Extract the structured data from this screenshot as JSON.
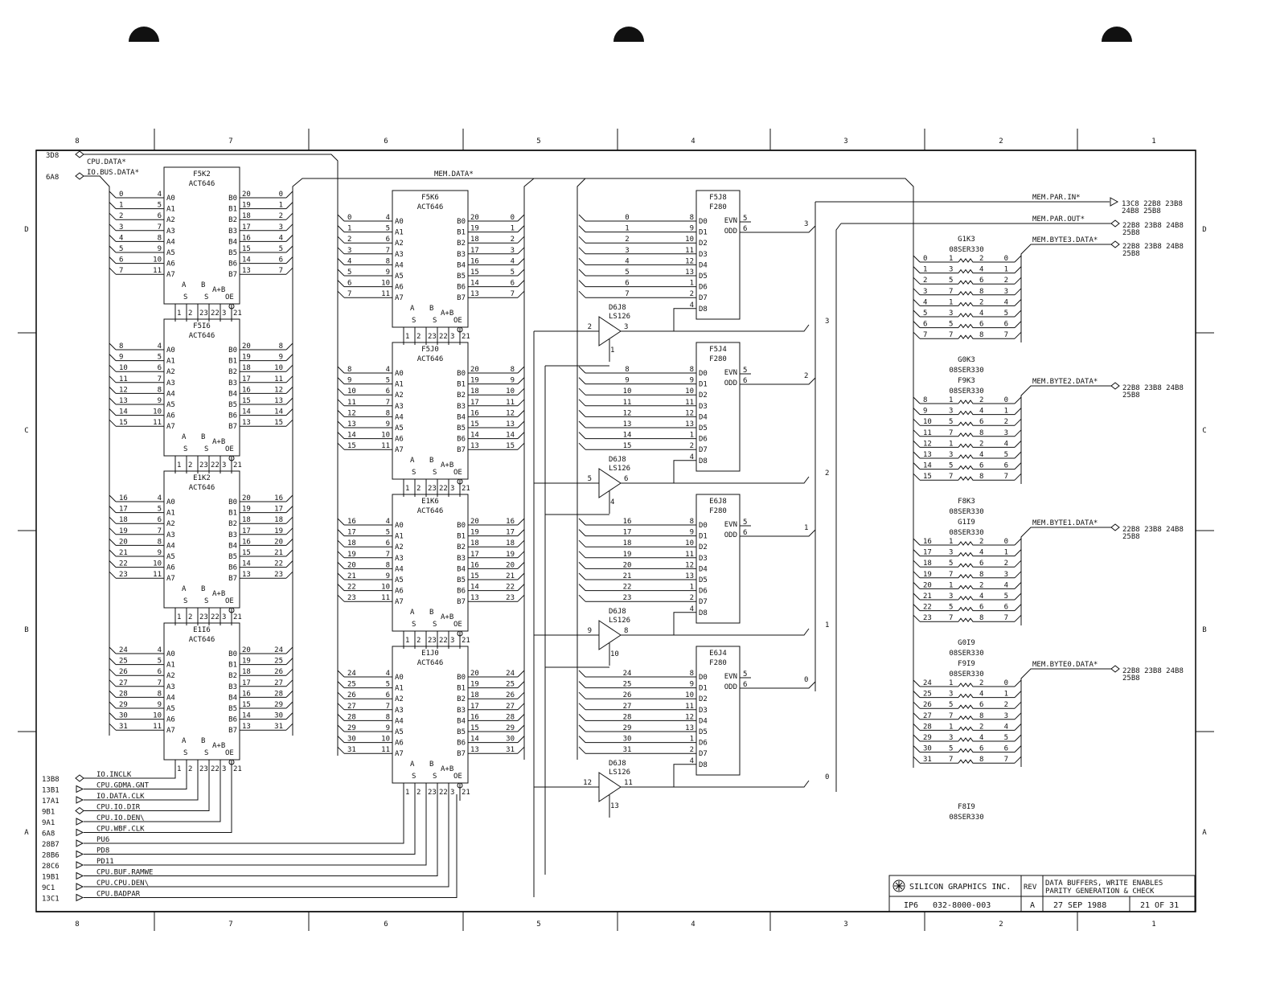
{
  "border": {
    "top_cols": [
      "8",
      "7",
      "6",
      "5",
      "4",
      "3",
      "2",
      "1"
    ],
    "rows_left": [
      "D",
      "C",
      "B",
      "A"
    ],
    "rows_right": [
      "D",
      "C",
      "B",
      "A"
    ]
  },
  "left_ports": [
    {
      "ref": "3D8",
      "name": "CPU.DATA*"
    },
    {
      "ref": "6A8",
      "name": "IO.BUS.DATA*"
    }
  ],
  "bus_label": "MEM.DATA*",
  "act646": [
    {
      "ref": "F5K2",
      "type": "ACT646",
      "in": [
        "0",
        "1",
        "2",
        "3",
        "4",
        "5",
        "6",
        "7"
      ],
      "col": 0,
      "row": 0
    },
    {
      "ref": "F5I6",
      "type": "ACT646",
      "in": [
        "8",
        "9",
        "10",
        "11",
        "12",
        "13",
        "14",
        "15"
      ],
      "col": 0,
      "row": 1
    },
    {
      "ref": "E1K2",
      "type": "ACT646",
      "in": [
        "16",
        "17",
        "18",
        "19",
        "20",
        "21",
        "22",
        "23"
      ],
      "col": 0,
      "row": 2
    },
    {
      "ref": "E1I6",
      "type": "ACT646",
      "in": [
        "24",
        "25",
        "26",
        "27",
        "28",
        "29",
        "30",
        "31"
      ],
      "col": 0,
      "row": 3
    },
    {
      "ref": "F5K6",
      "type": "ACT646",
      "in": [
        "0",
        "1",
        "2",
        "3",
        "4",
        "5",
        "6",
        "7"
      ],
      "col": 1,
      "row": 0
    },
    {
      "ref": "F5J0",
      "type": "ACT646",
      "in": [
        "8",
        "9",
        "10",
        "11",
        "12",
        "13",
        "14",
        "15"
      ],
      "col": 1,
      "row": 1
    },
    {
      "ref": "E1K6",
      "type": "ACT646",
      "in": [
        "16",
        "17",
        "18",
        "19",
        "20",
        "21",
        "22",
        "23"
      ],
      "col": 1,
      "row": 2
    },
    {
      "ref": "E1J0",
      "type": "ACT646",
      "in": [
        "24",
        "25",
        "26",
        "27",
        "28",
        "29",
        "30",
        "31"
      ],
      "col": 1,
      "row": 3
    }
  ],
  "act646_pins": {
    "a": [
      "A0",
      "A1",
      "A2",
      "A3",
      "A4",
      "A5",
      "A6",
      "A7"
    ],
    "a_num": [
      "4",
      "5",
      "6",
      "7",
      "8",
      "9",
      "10",
      "11"
    ],
    "b": [
      "B0",
      "B1",
      "B2",
      "B3",
      "B4",
      "B5",
      "B6",
      "B7"
    ],
    "b_num": [
      "20",
      "19",
      "18",
      "17",
      "16",
      "15",
      "14",
      "13"
    ],
    "ctrl": [
      "1",
      "2",
      "23",
      "22",
      "3",
      "21"
    ],
    "mode": [
      "A",
      "B",
      "A+B",
      "S",
      "S",
      "OE"
    ]
  },
  "f280": [
    {
      "ref": "F5J8",
      "type": "F280",
      "in": [
        "0",
        "1",
        "2",
        "3",
        "4",
        "5",
        "6",
        "7"
      ],
      "out": "3"
    },
    {
      "ref": "F5J4",
      "type": "F280",
      "in": [
        "8",
        "9",
        "10",
        "11",
        "12",
        "13",
        "14",
        "15"
      ],
      "out": "2"
    },
    {
      "ref": "E6J8",
      "type": "F280",
      "in": [
        "16",
        "17",
        "18",
        "19",
        "20",
        "21",
        "22",
        "23"
      ],
      "out": "1"
    },
    {
      "ref": "E6J4",
      "type": "F280",
      "in": [
        "24",
        "25",
        "26",
        "27",
        "28",
        "29",
        "30",
        "31"
      ],
      "out": "0"
    }
  ],
  "f280_pins": {
    "d": [
      "D0",
      "D1",
      "D2",
      "D3",
      "D4",
      "D5",
      "D6",
      "D7",
      "D8"
    ],
    "d_num": [
      "8",
      "9",
      "10",
      "11",
      "12",
      "13",
      "1",
      "2",
      "4"
    ],
    "evn": "EVN",
    "odd": "ODD",
    "evn_num": "5",
    "odd_num": "6"
  },
  "ls126": [
    {
      "ref": "D6J8",
      "type": "LS126",
      "in": "2",
      "out": "3",
      "en": "1",
      "net": "3"
    },
    {
      "ref": "D6J8",
      "type": "LS126",
      "in": "5",
      "out": "6",
      "en": "4",
      "net": "2"
    },
    {
      "ref": "D6J8",
      "type": "LS126",
      "in": "9",
      "out": "8",
      "en": "10",
      "net": "1"
    },
    {
      "ref": "D6J8",
      "type": "LS126",
      "in": "12",
      "out": "11",
      "en": "13",
      "net": "0"
    }
  ],
  "resistor_groups": [
    {
      "top": [
        "G1K3",
        "08SER330"
      ],
      "bottom": [],
      "nets": [
        "0",
        "1",
        "2",
        "3",
        "4",
        "5",
        "6",
        "7"
      ],
      "label": "MEM.BYTE3.DATA*",
      "refs": [
        "22B8 23B8 24B8",
        "25B8"
      ]
    },
    {
      "top": [
        "G0K3",
        "08SER330",
        "F9K3",
        "08SER330"
      ],
      "bottom": [],
      "nets": [
        "8",
        "9",
        "10",
        "11",
        "12",
        "13",
        "14",
        "15"
      ],
      "label": "MEM.BYTE2.DATA*",
      "refs": [
        "22B8 23B8 24B8",
        "25B8"
      ]
    },
    {
      "top": [
        "F8K3",
        "08SER330",
        "G1I9",
        "08SER330"
      ],
      "bottom": [],
      "nets": [
        "16",
        "17",
        "18",
        "19",
        "20",
        "21",
        "22",
        "23"
      ],
      "label": "MEM.BYTE1.DATA*",
      "refs": [
        "22B8 23B8 24B8",
        "25B8"
      ]
    },
    {
      "top": [
        "G0I9",
        "08SER330",
        "F9I9",
        "08SER330"
      ],
      "bottom": [
        "F8I9",
        "08SER330"
      ],
      "nets": [
        "24",
        "25",
        "26",
        "27",
        "28",
        "29",
        "30",
        "31"
      ],
      "label": "MEM.BYTE0.DATA*",
      "refs": [
        "22B8 23B8 24B8",
        "25B8"
      ]
    }
  ],
  "resistor_pins": {
    "left": [
      "1",
      "3",
      "5",
      "7",
      "1",
      "3",
      "5",
      "7"
    ],
    "right": [
      "2",
      "4",
      "6",
      "8",
      "2",
      "4",
      "6",
      "8"
    ]
  },
  "parity_outputs": [
    {
      "label": "MEM.PAR.IN*",
      "refs": [
        "13C8 22B8 23B8",
        "24B8 25B8"
      ]
    },
    {
      "label": "MEM.PAR.OUT*",
      "refs": [
        "22B8 23B8 24B8",
        "25B8"
      ]
    }
  ],
  "control_signals": [
    {
      "ref": "13B8",
      "name": "IO.INCLK"
    },
    {
      "ref": "13B1",
      "name": "CPU.GDMA.GNT"
    },
    {
      "ref": "17A1",
      "name": "IO.DATA.CLK"
    },
    {
      "ref": "9B1",
      "name": "CPU.IO.DIR"
    },
    {
      "ref": "9A1",
      "name": "CPU.IO.DEN\\"
    },
    {
      "ref": "6A8",
      "name": "CPU.WBF.CLK"
    },
    {
      "ref": "28B7",
      "name": "PU6"
    },
    {
      "ref": "28B6",
      "name": "PD8"
    },
    {
      "ref": "28C6",
      "name": "PD11"
    },
    {
      "ref": "19B1",
      "name": "CPU.BUF.RAMWE"
    },
    {
      "ref": "9C1",
      "name": "CPU.CPU.DEN\\"
    },
    {
      "ref": "13C1",
      "name": "CPU.BADPAR"
    }
  ],
  "title_block": {
    "company": "SILICON GRAPHICS INC.",
    "rev_label": "REV",
    "title_line1": "DATA BUFFERS, WRITE ENABLES",
    "title_line2": "PARITY GENERATION & CHECK",
    "project": "IP6",
    "doc_number": "032-8000-003",
    "rev": "A",
    "date": "27 SEP 1988",
    "sheet": "21 OF 31"
  }
}
